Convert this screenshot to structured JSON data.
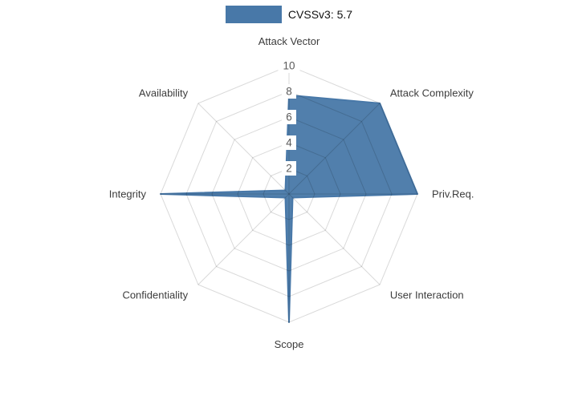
{
  "legend": {
    "label": "CVSSv3: 5.7"
  },
  "chart_data": {
    "type": "radar",
    "title": "",
    "categories": [
      "Attack Vector",
      "Attack Complexity",
      "Priv.Req.",
      "User Interaction",
      "Scope",
      "Confidentiality",
      "Integrity",
      "Availability"
    ],
    "series": [
      {
        "name": "CVSSv3: 5.7",
        "color": "#4878a8",
        "values": [
          7.7,
          10,
          10,
          0.4,
          10,
          0.4,
          10,
          0.4
        ]
      }
    ],
    "radial_ticks": [
      2,
      4,
      6,
      8,
      10
    ],
    "rlim": [
      0,
      10
    ],
    "grid": true,
    "legend_position": "top",
    "axis_label_color": "#3c3c3c",
    "tick_label_color": "#5a5a5a",
    "tick_label_background": "#ffffff",
    "grid_color": "rgba(0,0,0,0.15)"
  }
}
